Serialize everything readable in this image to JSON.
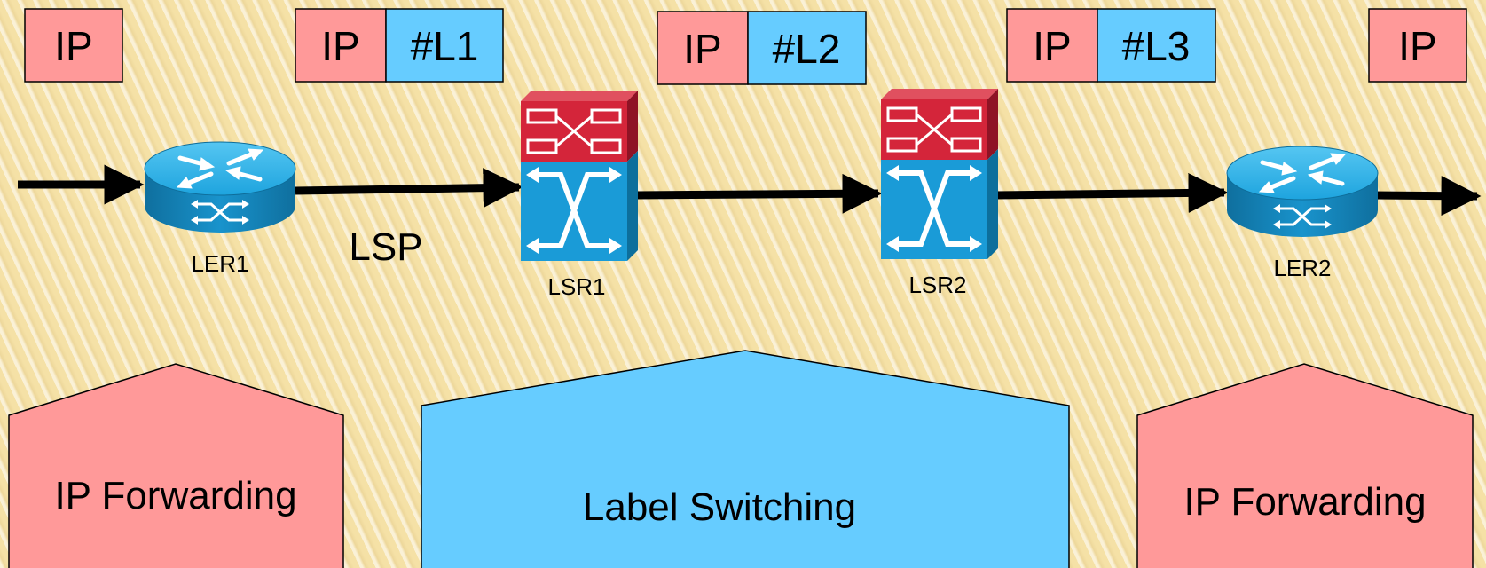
{
  "packets": {
    "p1": {
      "ip": "IP"
    },
    "p2": {
      "ip": "IP",
      "label": "#L1"
    },
    "p3": {
      "ip": "IP",
      "label": "#L2"
    },
    "p4": {
      "ip": "IP",
      "label": "#L3"
    },
    "p5": {
      "ip": "IP"
    }
  },
  "devices": {
    "ler1": {
      "label": "LER1",
      "icon": "router-icon"
    },
    "lsr1": {
      "label": "LSR1",
      "icon": "label-switch-icon"
    },
    "lsr2": {
      "label": "LSR2",
      "icon": "label-switch-icon"
    },
    "ler2": {
      "label": "LER2",
      "icon": "router-icon"
    }
  },
  "path_label": "LSP",
  "zones": {
    "left": "IP Forwarding",
    "center": "Label Switching",
    "right": "IP Forwarding"
  },
  "colors": {
    "ip_fill": "#ff9999",
    "label_fill": "#66ccff",
    "router_blue": "#1a9bd7",
    "switch_red": "#d4253a"
  }
}
